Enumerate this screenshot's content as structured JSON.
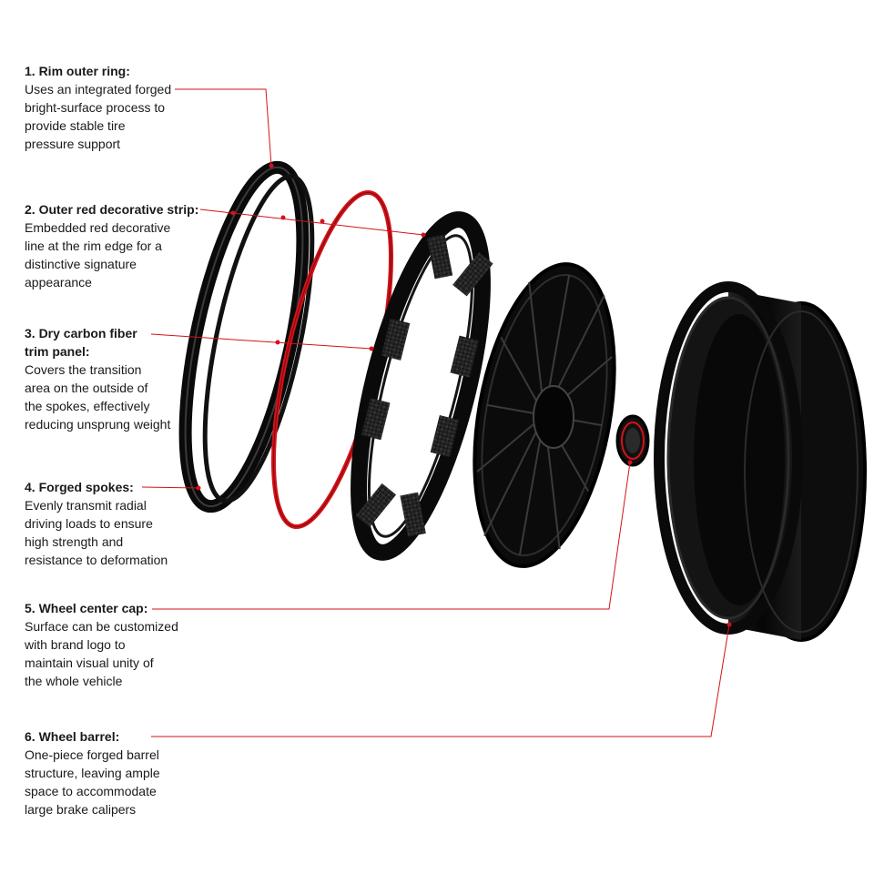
{
  "colors": {
    "accent": "#d4121a",
    "part": "#0a0a0a",
    "text": "#1a1a1a"
  },
  "callouts": [
    {
      "title": "1. Rim outer ring:",
      "lines": [
        "Uses an integrated forged",
        "bright-surface process to",
        "provide stable tire",
        "pressure support"
      ]
    },
    {
      "title": "2. Outer red decorative strip:",
      "lines": [
        "Embedded red decorative",
        "line at the rim edge for a",
        "distinctive signature",
        "appearance"
      ]
    },
    {
      "title": "3. Dry carbon fiber",
      "title2": "trim panel:",
      "lines": [
        "Covers the transition",
        "area on the outside of",
        "the spokes, effectively",
        "reducing unsprung weight"
      ]
    },
    {
      "title": "4. Forged spokes:",
      "lines": [
        "Evenly transmit radial",
        "driving loads to ensure",
        "high strength and",
        "resistance to deformation"
      ]
    },
    {
      "title": "5. Wheel center cap:",
      "lines": [
        "Surface can be customized",
        "with brand logo to",
        "maintain visual unity of",
        "the whole vehicle"
      ]
    },
    {
      "title": "6. Wheel barrel:",
      "lines": [
        "One-piece forged barrel",
        "structure, leaving ample",
        "space to accommodate",
        "large brake calipers"
      ]
    }
  ]
}
